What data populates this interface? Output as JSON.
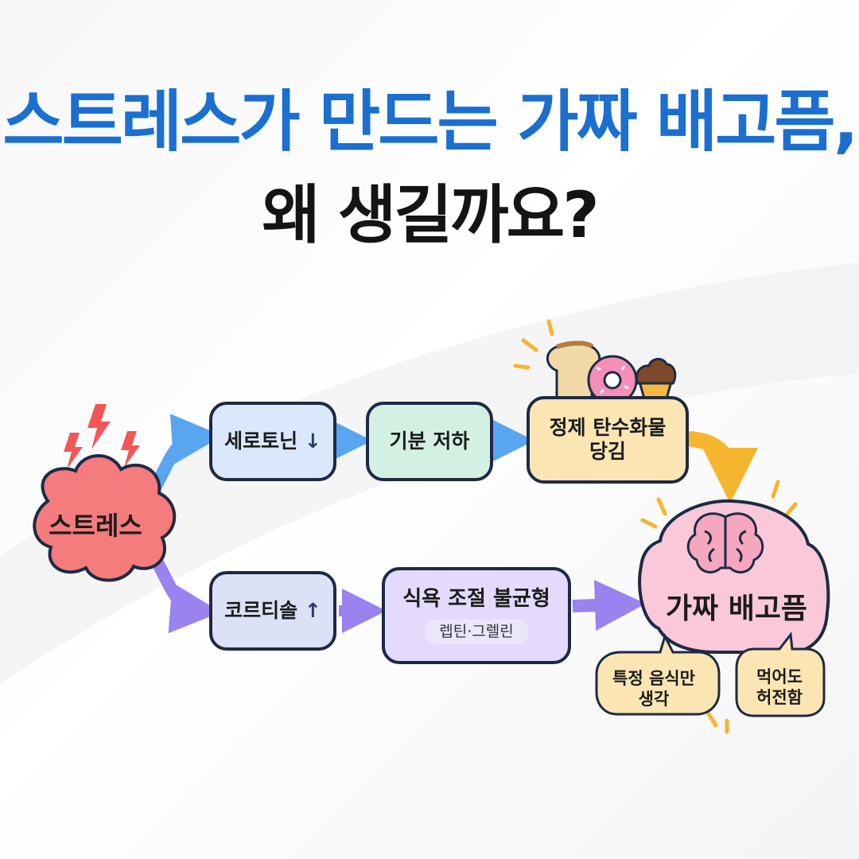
{
  "title": {
    "line1": "스트레스가 만드는 가짜 배고픔,",
    "line2": "왜 생길까요?"
  },
  "diagram": {
    "stress": "스트레스",
    "serotonin": {
      "text": "세로토닌",
      "trend": "↓"
    },
    "mood": "기분 저하",
    "carb_craving": {
      "line1": "정제 탄수화물",
      "line2": "당김"
    },
    "cortisol": {
      "text": "코르티솔",
      "trend": "↑"
    },
    "appetite": {
      "title": "식욕 조절 불균형",
      "sub": "렙틴·그렐린"
    },
    "fake_hunger": "가짜 배고픔",
    "bubble1": {
      "line1": "특정 음식만",
      "line2": "생각"
    },
    "bubble2": {
      "line1": "먹어도",
      "line2": "허전함"
    }
  },
  "colors": {
    "title_blue": "#1a6fd1",
    "stress_red": "#f47c7c",
    "blue_arrow": "#5aa5f0",
    "purple_arrow": "#9a82ef",
    "orange_arrow": "#f5b52e",
    "outline": "#1e2a44"
  },
  "icons": [
    "lightning-icon",
    "bread-icon",
    "donut-icon",
    "cupcake-icon",
    "brain-icon"
  ]
}
